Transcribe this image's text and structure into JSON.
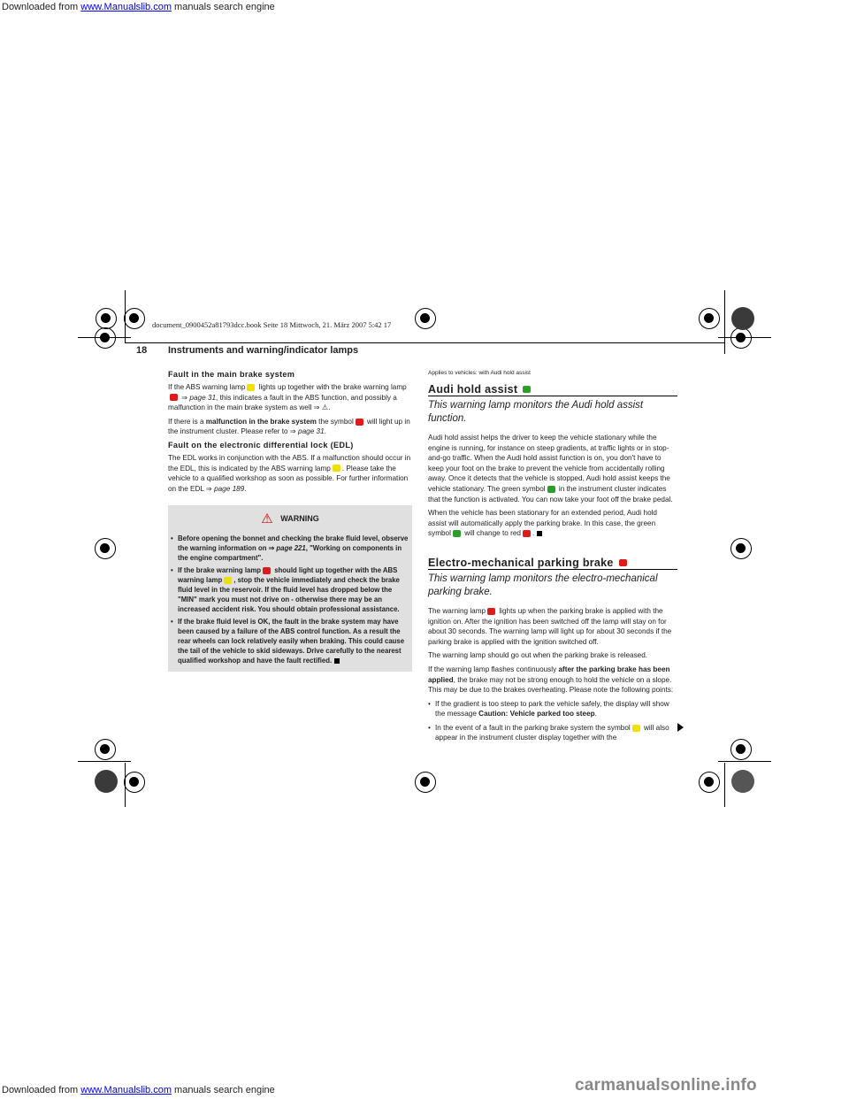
{
  "topline": {
    "downloaded": "Downloaded from ",
    "link": "www.Manualslib.com",
    "rest": " manuals search engine"
  },
  "file_info": "document_0900452a81793dcc.book  Seite 18  Mittwoch, 21. März 2007  5:42 17",
  "header": {
    "page_number": "18",
    "title": "Instruments and warning/indicator lamps"
  },
  "left": {
    "h1": "Fault in the main brake system",
    "p1": [
      "If the ABS warning lamp",
      " lights up together with the brake warning lamp",
      " ⇒ ",
      "page 31",
      ", this indicates a fault in the ABS function, and possibly a malfunction in the main brake system as well ⇒ ",
      "."
    ],
    "p2": [
      "If there is a ",
      "malfunction in the brake system",
      " the symbol",
      " will light up in the instrument cluster. Please refer to ⇒ ",
      "page 31",
      "."
    ],
    "h2": "Fault on the electronic differential lock (EDL)",
    "p3": [
      "The EDL works in conjunction with the ABS. If a malfunction should occur in the EDL, this is indicated by the ABS warning lamp",
      ". Please take the vehicle to a qualified workshop as soon as possible. For further information on the EDL ⇒ ",
      "page 189",
      "."
    ],
    "warning": {
      "title": "WARNING",
      "b1": [
        "Before opening the bonnet and checking the brake fluid level, observe the warning information on ⇒ ",
        "page 221",
        ", \"Working on components in the engine compartment\"."
      ],
      "b2": [
        "If the brake warning lamp",
        " should light up together with the ABS warning lamp",
        ", stop the vehicle immediately and check the brake fluid level in the reservoir. If the fluid level has dropped below the \"MIN\" mark you must not drive on - otherwise there may be an increased accident risk. You should obtain professional assistance."
      ],
      "b3": "If the brake fluid level is OK, the fault in the brake system may have been caused by a failure of the ABS control function. As a result the rear wheels can lock relatively easily when braking. This could cause the tail of the vehicle to skid sideways. Drive carefully to the nearest qualified workshop and have the fault rectified."
    }
  },
  "right": {
    "applies": "Applies to vehicles: with Audi hold assist",
    "s1_title": "Audi hold assist",
    "s1_sub": "This warning lamp monitors the Audi hold assist function.",
    "s1_p1": [
      "Audi hold assist helps the driver to keep the vehicle stationary while the engine is running, for instance on steep gradients, at traffic lights or in stop-and-go traffic. When the Audi hold assist function is on, you don't have to keep your foot on the brake to prevent the vehicle from accidentally rolling away. Once it detects that the vehicle is stopped, Audi hold assist keeps the vehicle stationary. The green symbol",
      " in the instrument cluster indicates that the function is activated. You can now take your foot off the brake pedal."
    ],
    "s1_p2": [
      "When the vehicle has been stationary for an extended period, Audi hold assist will automatically apply the parking brake. In this case, the green symbol",
      " will change to red",
      "."
    ],
    "s2_title": "Electro-mechanical parking brake",
    "s2_sub": "This warning lamp monitors the electro-mechanical parking brake.",
    "s2_p1": [
      "The warning lamp",
      " lights up when the parking brake is applied with the ignition on. After the ignition has been switched off the lamp will stay on for about 30 seconds. The warning lamp will light up for about 30 seconds if the parking brake is applied with the ignition switched off."
    ],
    "s2_p2": "The warning lamp should go out when the parking brake is released.",
    "s2_p3": [
      "If the warning lamp flashes continuously ",
      "after the parking brake has been applied",
      ", the brake may not be strong enough to hold the vehicle on a slope. This may be due to the brakes overheating. Please note the following points:"
    ],
    "b1": [
      "If the gradient is too steep to park the vehicle safely, the display will show the message ",
      "Caution: Vehicle parked too steep",
      "."
    ],
    "b2": [
      "In the event of a fault in the parking brake system the symbol",
      " will also appear in the instrument cluster display together with the"
    ]
  },
  "footer": "carmanualsonline.info",
  "colors": {
    "lamp_yellow": "#f0e000",
    "lamp_red": "#e0191a",
    "lamp_green": "#2aa02a",
    "warning_bg": "#e0e0e0",
    "link": "#0000ee"
  }
}
